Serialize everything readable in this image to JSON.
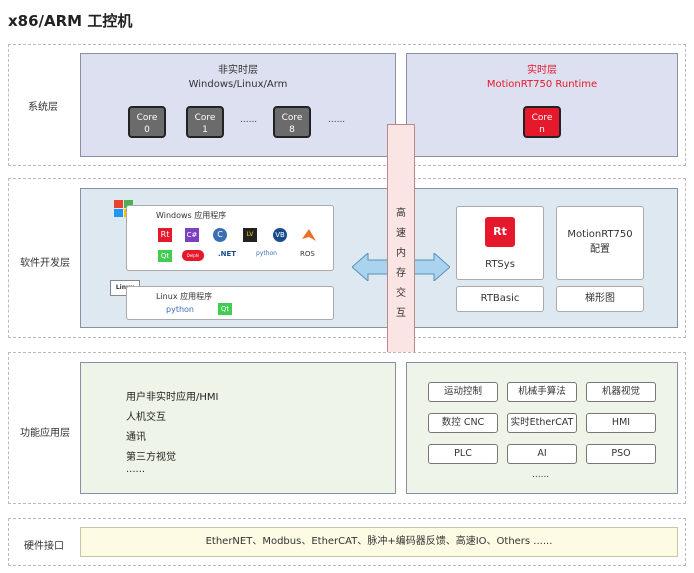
{
  "title": "x86/ARM 工控机",
  "layers": {
    "system": "系统层",
    "software": "软件开发层",
    "function": "功能应用层",
    "hardware": "硬件接口"
  },
  "system": {
    "nonrt_title": "非实时层",
    "nonrt_os": "Windows/Linux/Arm",
    "rt_title": "实时层",
    "rt_runtime": "MotionRT750 Runtime",
    "cores": [
      {
        "label": "Core",
        "num": "0"
      },
      {
        "label": "Core",
        "num": "1"
      },
      {
        "label": "Core",
        "num": "8"
      }
    ],
    "ellipsis1": "......",
    "ellipsis2": "......",
    "rt_core": {
      "label": "Core",
      "num": "n"
    }
  },
  "connector": {
    "chars": [
      "高",
      "速",
      "内",
      "存",
      "交",
      "互"
    ],
    "color": "#fbe4e4"
  },
  "software": {
    "windows_logo": "Windows",
    "windows_title": "Windows 应用程序",
    "windows_apps": [
      "Rt",
      "C#",
      "C",
      "LV",
      "VB",
      "M",
      "Qt",
      "Delphi",
      ".NET",
      "python",
      "ROS"
    ],
    "linux_logo": "Linux",
    "linux_title": "Linux 应用程序",
    "linux_apps": [
      "python",
      "Qt"
    ],
    "rtsys": "RTSys",
    "motionrt_config_line1": "MotionRT750",
    "motionrt_config_line2": "配置",
    "rtbasic": "RTBasic",
    "ladder": "梯形图"
  },
  "function": {
    "left_items": [
      "用户非实时应用/HMI",
      "人机交互",
      "通讯",
      "第三方视觉",
      "......"
    ],
    "right_buttons": [
      [
        "运动控制",
        "机械手算法",
        "机器视觉"
      ],
      [
        "数控 CNC",
        "实时EtherCAT",
        "HMI"
      ],
      [
        "PLC",
        "AI",
        "PSO"
      ]
    ],
    "right_ellipsis": "......"
  },
  "hardware": {
    "text": "EtherNET、Modbus、EtherCAT、脉冲+编码器反馈、高速IO、Others ......"
  },
  "colors": {
    "accent_red": "#e5182c",
    "lavender": "#dde0f0",
    "bluegray": "#dde8f0",
    "green": "#eef5e8",
    "cream": "#fdfbe4"
  }
}
